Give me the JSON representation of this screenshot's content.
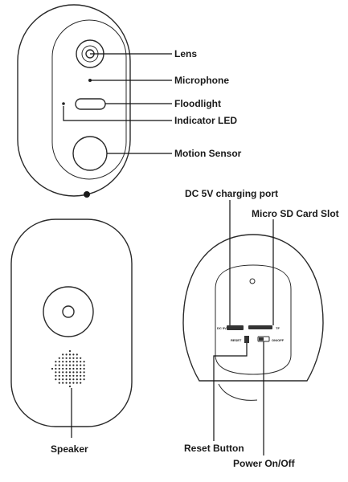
{
  "labels": {
    "lens": "Lens",
    "microphone": "Microphone",
    "floodlight": "Floodlight",
    "indicator_led": "Indicator LED",
    "motion_sensor": "Motion Sensor",
    "dc_port": "DC 5V charging port",
    "sd_slot": "Micro SD Card Slot",
    "speaker": "Speaker",
    "reset_button": "Reset Button",
    "power": "Power On/Off"
  },
  "panel_markings": {
    "dc": "DC 5V",
    "tf": "TF",
    "reset": "RESET",
    "onoff": "ON/OFF"
  }
}
